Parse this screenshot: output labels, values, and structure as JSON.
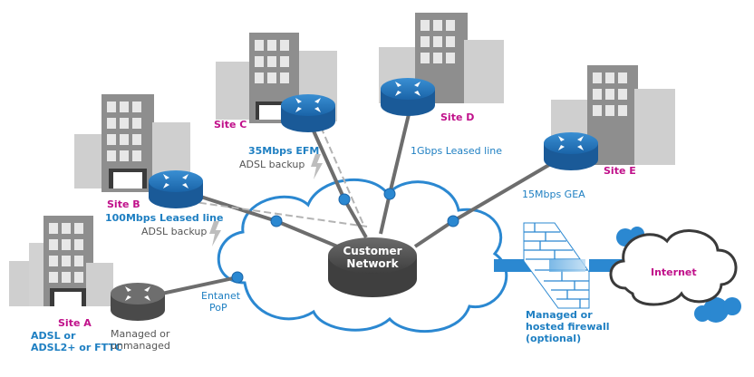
{
  "colors": {
    "brand_blue": "#1e7fc2",
    "site_magenta": "#c0108a",
    "router_blue": "#1f6fb5",
    "building_grey": "#8a8a8a",
    "link_grey": "#6d6d6d",
    "hub_dark": "#4a4a4a"
  },
  "hub": {
    "label_line1": "Customer",
    "label_line2": "Network"
  },
  "internet": {
    "label": "Internet"
  },
  "pop": {
    "label_line1": "Entanet",
    "label_line2": "PoP"
  },
  "firewall": {
    "line1": "Managed or",
    "line2": "hosted firewall",
    "line3": "(optional)"
  },
  "sites": [
    {
      "id": "A",
      "name": "Site A",
      "link_line1": "ADSL or",
      "link_line2": "ADSL2+ or FTTC",
      "router_note_line1": "Managed or",
      "router_note_line2": "unmanaged"
    },
    {
      "id": "B",
      "name": "Site B",
      "link": "100Mbps Leased line",
      "backup": "ADSL backup"
    },
    {
      "id": "C",
      "name": "Site C",
      "link": "35Mbps EFM",
      "backup": "ADSL backup"
    },
    {
      "id": "D",
      "name": "Site D",
      "link": "1Gbps Leased line"
    },
    {
      "id": "E",
      "name": "Site E",
      "link": "15Mbps GEA"
    }
  ],
  "icons": [
    "router-icon",
    "building-icon",
    "cloud-icon",
    "firewall-icon",
    "lightning-icon"
  ]
}
